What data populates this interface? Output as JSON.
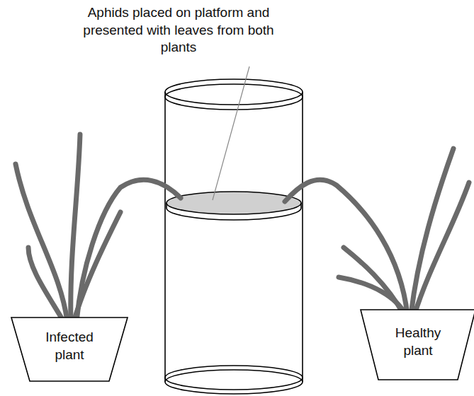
{
  "diagram": {
    "nodes": [
      {
        "text": [
          "Infected plant"
        ]
      },
      {
        "text": [
          "Healthy plant"
        ]
      }
    ],
    "labels": [
      "Aphids placed on platform and presented with leaves from both plants"
    ]
  }
}
